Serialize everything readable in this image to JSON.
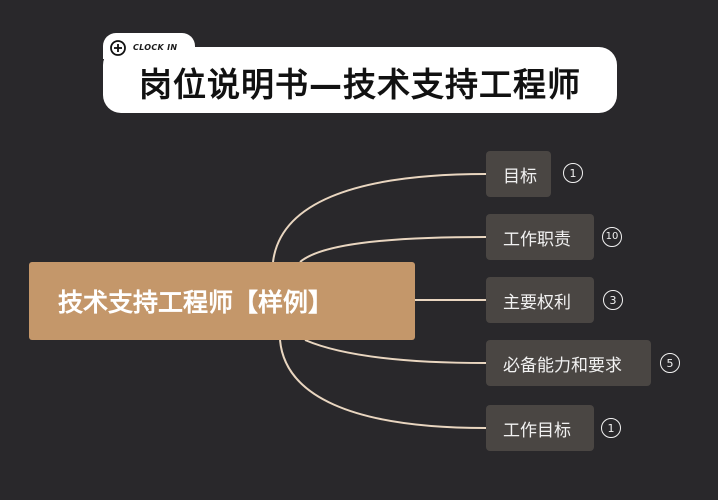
{
  "header": {
    "tab_label": "CLOCK IN",
    "title": "岗位说明书—技术支持工程师"
  },
  "mindmap": {
    "center": "技术支持工程师【样例】",
    "branches": [
      {
        "label": "目标",
        "count": "1"
      },
      {
        "label": "工作职责",
        "count": "10"
      },
      {
        "label": "主要权利",
        "count": "3"
      },
      {
        "label": "必备能力和要求",
        "count": "5"
      },
      {
        "label": "工作目标",
        "count": "1"
      }
    ]
  },
  "colors": {
    "background": "#29282b",
    "center_node": "#c4976a",
    "branch_node": "#4a4643",
    "connector": "#e9d6c0",
    "banner": "#ffffff"
  }
}
